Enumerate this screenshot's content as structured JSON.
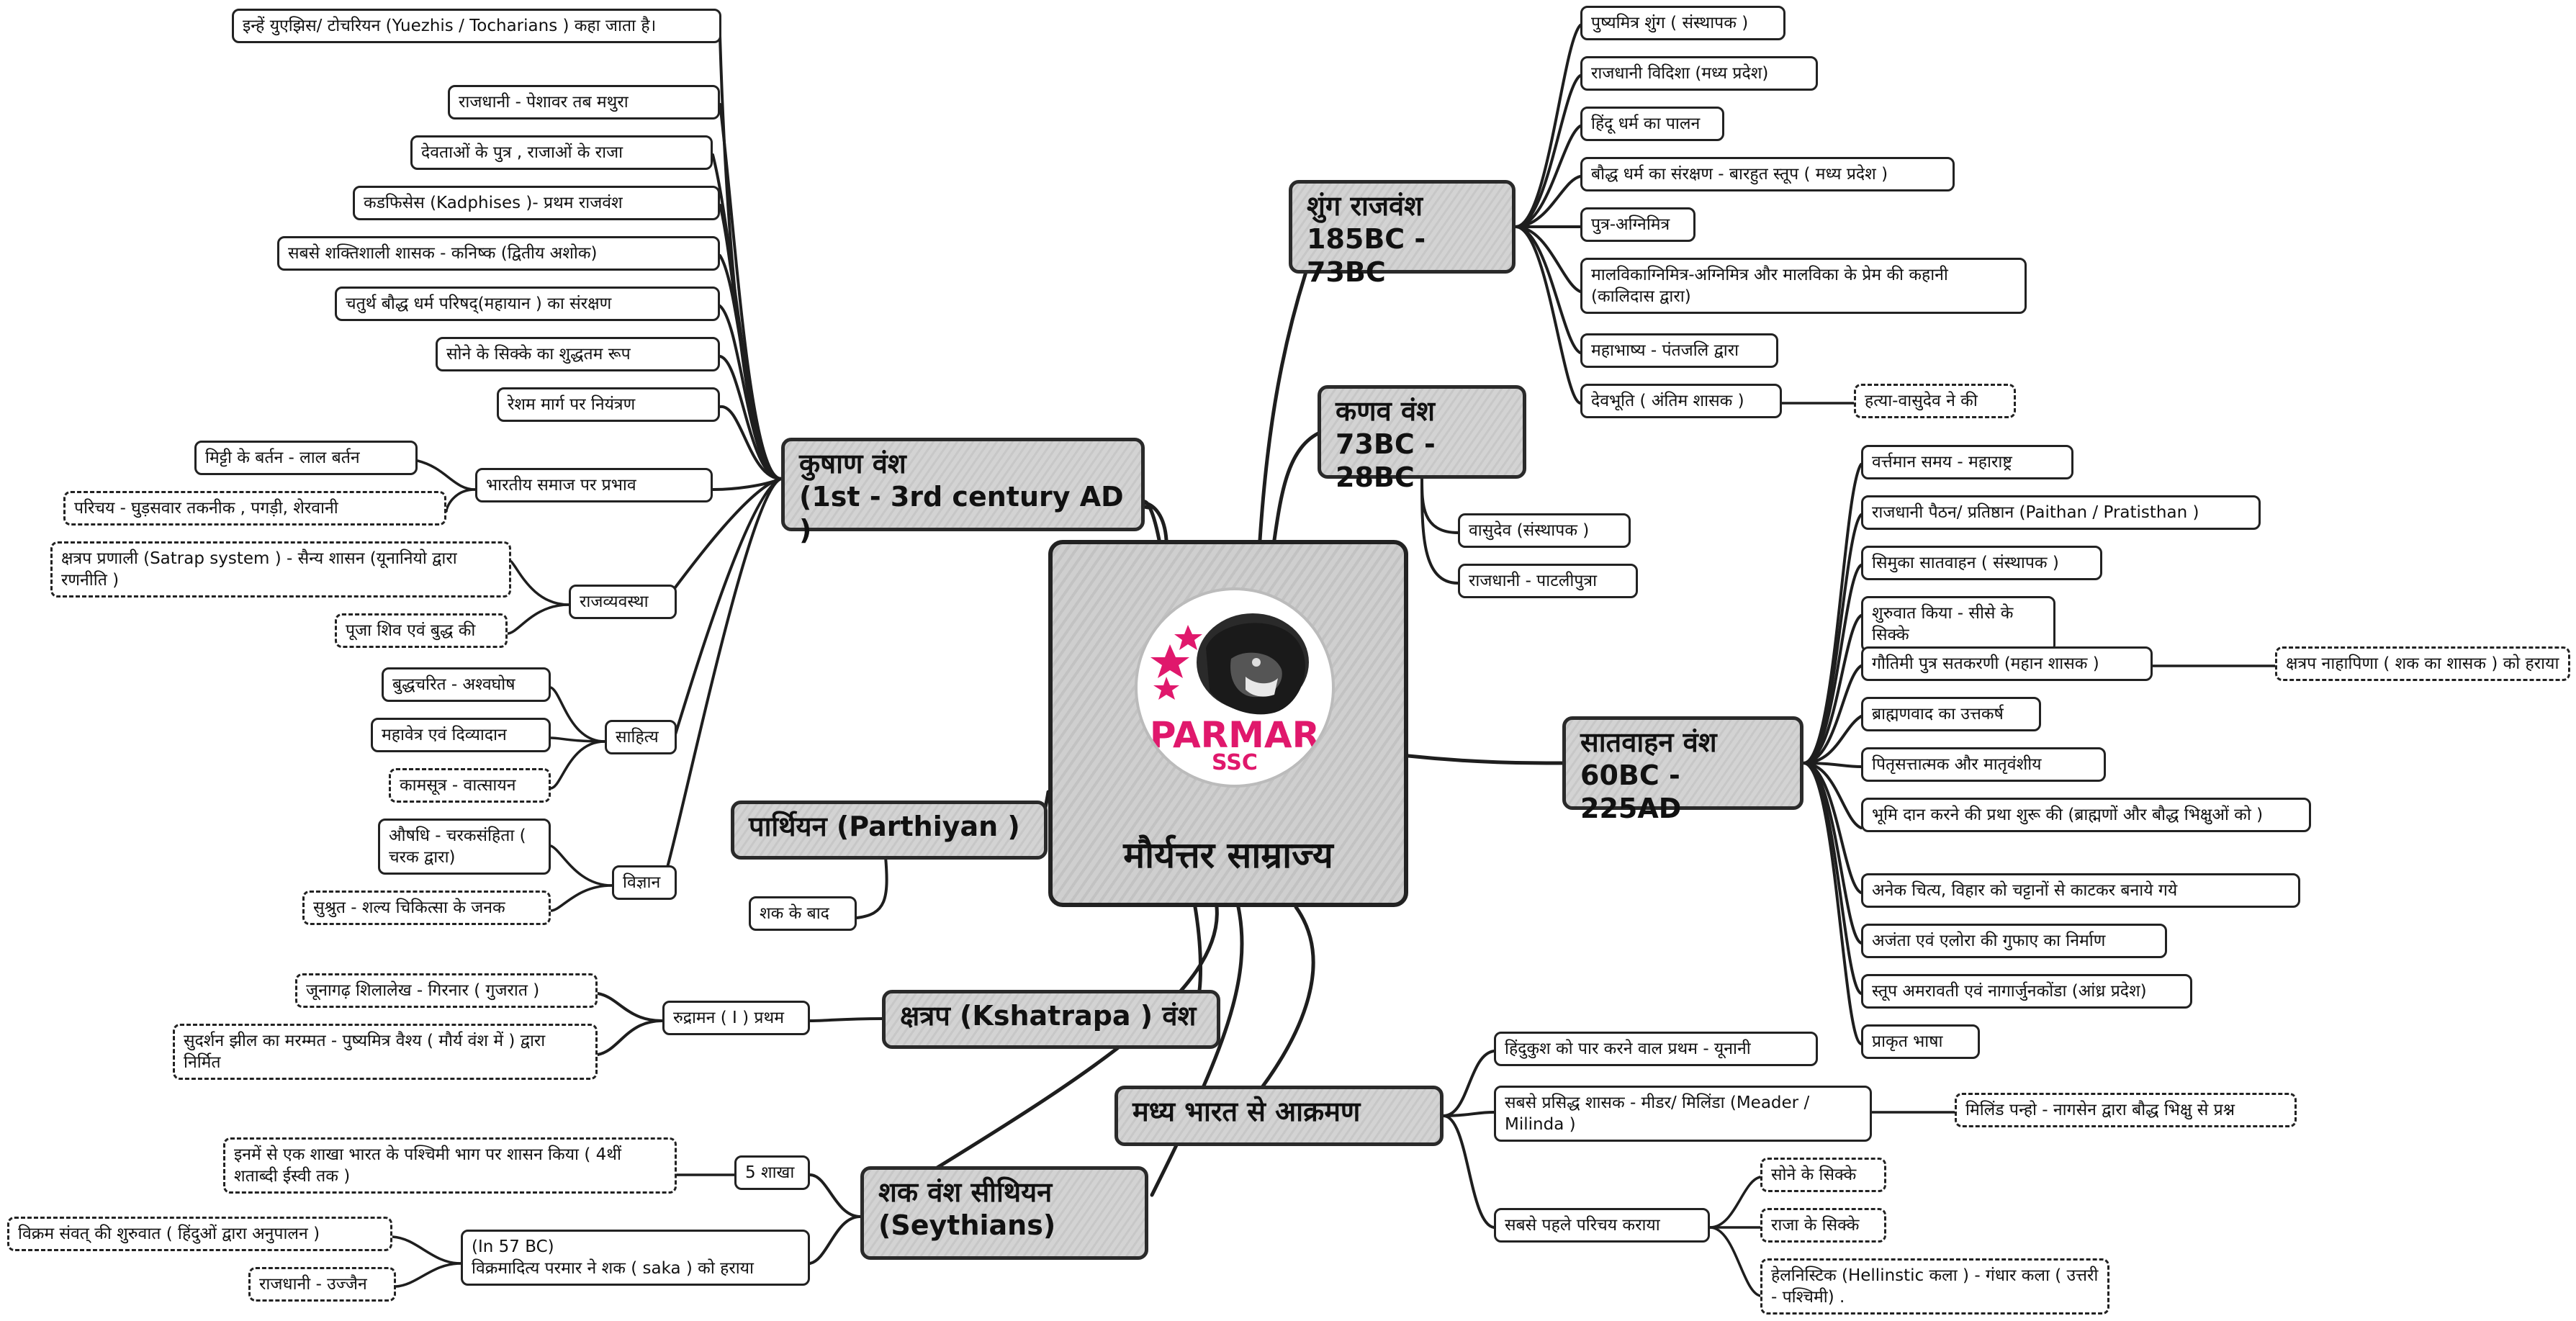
{
  "center": {
    "title": "मौर्यत्तर साम्राज्य",
    "logo_text": "PARMAR",
    "logo_sub": "SSC"
  },
  "branches": {
    "kushan": {
      "line1": "कुषाण वंश",
      "line2": "(1st - 3rd century AD )"
    },
    "shunga": {
      "line1": "शुंग राजवंश",
      "line2": "185BC - 73BC"
    },
    "kanva": {
      "line1": "कणव वंश",
      "line2": "73BC - 28BC"
    },
    "satavahana": {
      "line1": "सातवाहन वंश",
      "line2": "60BC - 225AD"
    },
    "parthian": {
      "line1": "पार्थियन (Parthiyan )"
    },
    "kshatrapa": {
      "line1": "क्षत्रप (Kshatrapa ) वंश"
    },
    "invasion": {
      "line1": "मध्य भारत से आक्रमण"
    },
    "shaka": {
      "line1": "शक वंश सीथियन",
      "line2": "(Seythians)"
    }
  },
  "kushan_items": [
    "इन्हें युएझिस/ टोचरियन (Yuezhis / Tocharians ) कहा जाता है।",
    "राजधानी - पेशावर तब मथुरा",
    "देवताओं के पुत्र , राजाओं के राजा",
    "कडफिसेस (Kadphises )- प्रथम राजवंश",
    "सबसे शक्तिशाली शासक - कनिष्क (द्वितीय अशोक)",
    "चतुर्थ बौद्ध धर्म परिषद्(महायान ) का संरक्षण",
    "सोने के सिक्के का शुद्धतम रूप",
    "रेशम मार्ग पर नियंत्रण",
    "भारतीय समाज पर प्रभाव",
    "राजव्यवस्था",
    "साहित्य",
    "विज्ञान"
  ],
  "kushan_sub": {
    "samaj": [
      "मिट्टी के बर्तन - लाल बर्तन",
      "परिचय - घुड़सवार तकनीक , पगड़ी, शेरवानी"
    ],
    "rajya": [
      "क्षत्रप प्रणाली (Satrap system ) - सैन्य शासन (यूनानियो द्वारा रणनीति )",
      "पूजा शिव एवं बुद्ध की"
    ],
    "sahitya": [
      "बुद्धचरित - अश्वघोष",
      "महावेत्र एवं दिव्यादान",
      "कामसूत्र - वात्सायन"
    ],
    "vigyan": [
      "औषधि - चरकसंहिता ( चरक द्वारा)",
      "सुश्रुत - शल्य चिकित्सा के जनक"
    ]
  },
  "shunga_items": [
    "पुष्यमित्र शुंग ( संस्थापक )",
    "राजधानी विदिशा (मध्य प्रदेश)",
    "हिंदू धर्म का पालन",
    "बौद्ध धर्म का संरक्षण - बारहुत स्तूप ( मध्य प्रदेश )",
    "पुत्र-अग्निमित्र",
    "मालविकाग्निमित्र-अग्निमित्र और मालविका के प्रेम की कहानी (कालिदास द्वारा)",
    "महाभाष्य - पंतजलि द्वारा",
    "देवभूति ( अंतिम शासक )",
    "हत्या-वासुदेव ने की"
  ],
  "kanva_items": [
    "वासुदेव (संस्थापक )",
    "राजधानी - पाटलीपुत्रा"
  ],
  "satavahana_items": [
    "वर्त्तमान समय - महाराष्ट्र",
    "राजधानी पैठन/ प्रतिष्ठान (Paithan / Pratisthan )",
    "सिमुका सातवाहन ( संस्थापक )",
    "शुरुवात किया - सीसे के सिक्के",
    "गौतिमी पुत्र सतकरणी (महान शासक )",
    "क्षत्रप नाहापिणा ( शक का शासक ) को हराया",
    "ब्राह्मणवाद का उत्तकर्ष",
    "पितृसत्तात्मक और मातृवंशीय",
    "भूमि दान करने की प्रथा शुरू की (ब्राह्मणों और बौद्ध भिक्षुओं को )",
    "अनेक चित्य, विहार को चट्टानों से काटकर बनाये गये",
    "अजंता एवं एलोरा की गुफाए का निर्माण",
    "स्तूप अमरावती एवं नागार्जुनकोंडा (आंध्र प्रदेश)",
    "प्राकृत भाषा"
  ],
  "parthian_items": [
    "शक के बाद"
  ],
  "kshatrapa_items": [
    "रुद्रामन ( I ) प्रथम",
    "जूनागढ़ शिलालेख - गिरनार ( गुजरात )",
    "सुदर्शन झील का मरम्मत - पुष्यमित्र वैश्य ( मौर्य वंश में ) द्वारा निर्मित"
  ],
  "invasion_items": [
    "हिंदुकुश को पार करने वाल प्रथम - यूनानी",
    "सबसे प्रसिद्ध शासक - मीडर/ मिलिंडा (Meader / Milinda )",
    "मिलिंड पन्हो - नागसेन द्वारा बौद्ध भिक्षु से प्रश्न",
    "सबसे पहले परिचय कराया",
    "सोने के सिक्के",
    "राजा के सिक्के",
    "हेलनिस्टिक (Hellinstic कला ) - गंधार कला ( उत्तरी - पश्चिमी) ."
  ],
  "shaka_items": [
    "5 शाखा",
    "इनमें से एक शाखा भारत के पश्चिमी भाग पर शासन किया ( 4थीं शताब्दी ईस्वी तक )",
    "(In 57 BC)",
    "विक्रमादित्य परमार ने शक ( saka ) को हराया",
    "विक्रम संवत् की शुरुवात ( हिंदुओं द्वारा अनुपालन )",
    "राजधानी - उज्जैन"
  ],
  "colors": {
    "logo_pink": "#e0186c",
    "node_fill": "#cfcfcf",
    "stroke": "#222222"
  }
}
